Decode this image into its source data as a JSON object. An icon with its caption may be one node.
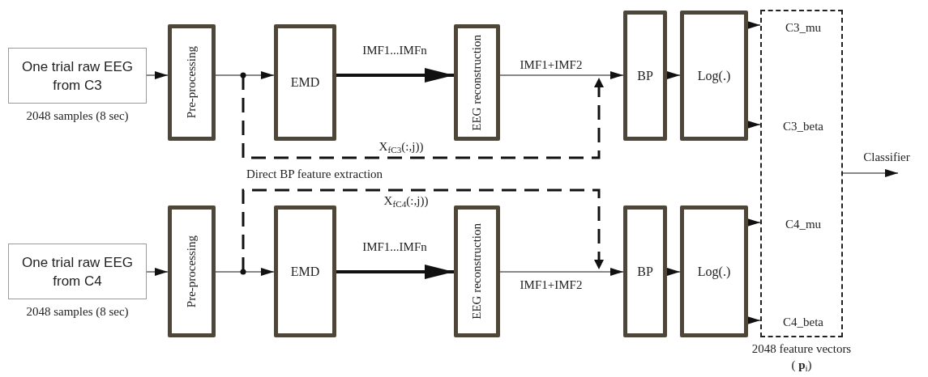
{
  "diagram": {
    "nodes": [
      {
        "text": [
          "One trial raw EEG from C3"
        ],
        "beside": [
          "2048 samples (8 sec)"
        ]
      },
      {
        "text": [
          "Pre-processing"
        ]
      },
      {
        "text": [
          "EMD"
        ]
      },
      {
        "text": [
          "EEG reconstruction"
        ]
      },
      {
        "text": [
          "BP"
        ]
      },
      {
        "text": [
          "Log(.)"
        ]
      },
      {
        "text": [
          "One trial raw EEG from C4"
        ],
        "beside": [
          "2048 samples (8 sec)"
        ]
      },
      {
        "text": [
          "Pre-processing"
        ]
      },
      {
        "text": [
          "EMD"
        ]
      },
      {
        "text": [
          "EEG reconstruction"
        ]
      },
      {
        "text": [
          "BP"
        ]
      },
      {
        "text": [
          "Log(.)"
        ]
      },
      {
        "text": [],
        "shape": "box",
        "beside": [
          "2048 feature vectors ( **p**$_{i}$)"
        ]
      },
      {
        "text": [
          "C3_mu"
        ],
        "in": 12
      },
      {
        "text": [
          "C3_beta"
        ],
        "in": 12
      },
      {
        "text": [
          "C4_mu"
        ],
        "in": 12
      },
      {
        "text": [
          "C4_beta"
        ],
        "in": 12
      }
    ],
    "edges": [
      {
        "from": 0,
        "to": 1,
        "arrow": "to"
      },
      {
        "from": 1,
        "to": 2,
        "arrow": "to"
      },
      {
        "from": 2,
        "to": 3,
        "arrow": "to",
        "style": "thick",
        "label": "IMF1...IMFn"
      },
      {
        "from": 3,
        "to": 4,
        "arrow": "to",
        "label": "IMF1+IMF2"
      },
      {
        "from": 4,
        "to": 5,
        "arrow": "to"
      },
      {
        "from": 5,
        "to": 13,
        "arrow": "to"
      },
      {
        "from": 5,
        "to": 14,
        "arrow": "to"
      },
      {
        "from": 1,
        "to": 4,
        "arrow": "to",
        "style": "dashed",
        "label": "X$_{fC3}$(:,j))"
      },
      {
        "from": 6,
        "to": 7,
        "arrow": "to"
      },
      {
        "from": 7,
        "to": 8,
        "arrow": "to"
      },
      {
        "from": 8,
        "to": 9,
        "arrow": "to",
        "style": "thick",
        "label": "IMF1...IMFn"
      },
      {
        "from": 9,
        "to": 10,
        "arrow": "to",
        "label": "IMF1+IMF2"
      },
      {
        "from": 10,
        "to": 11,
        "arrow": "to"
      },
      {
        "from": 11,
        "to": 15,
        "arrow": "to"
      },
      {
        "from": 11,
        "to": 16,
        "arrow": "to"
      },
      {
        "from": 7,
        "to": 10,
        "arrow": "to",
        "style": "dashed",
        "label": "X$_{fC4}$(:,j))"
      },
      {
        "from": 12,
        "to": null,
        "arrow": "to",
        "label": "Classifier"
      }
    ],
    "labels": [
      "Direct BP feature extraction"
    ]
  }
}
